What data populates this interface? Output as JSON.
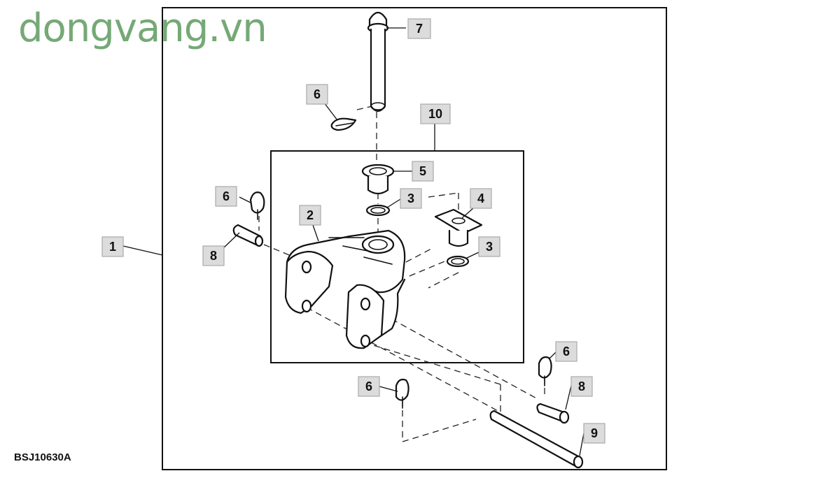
{
  "watermark": "dongvang.vn",
  "figure_code": "BSJ10630A",
  "callouts": [
    {
      "id": "c1",
      "label": "1"
    },
    {
      "id": "c2",
      "label": "2"
    },
    {
      "id": "c3a",
      "label": "3"
    },
    {
      "id": "c3b",
      "label": "3"
    },
    {
      "id": "c4",
      "label": "4"
    },
    {
      "id": "c5",
      "label": "5"
    },
    {
      "id": "c6a",
      "label": "6"
    },
    {
      "id": "c6b",
      "label": "6"
    },
    {
      "id": "c6c",
      "label": "6"
    },
    {
      "id": "c6d",
      "label": "6"
    },
    {
      "id": "c7",
      "label": "7"
    },
    {
      "id": "c8a",
      "label": "8"
    },
    {
      "id": "c8b",
      "label": "8"
    },
    {
      "id": "c9",
      "label": "9"
    },
    {
      "id": "c10",
      "label": "10"
    }
  ]
}
